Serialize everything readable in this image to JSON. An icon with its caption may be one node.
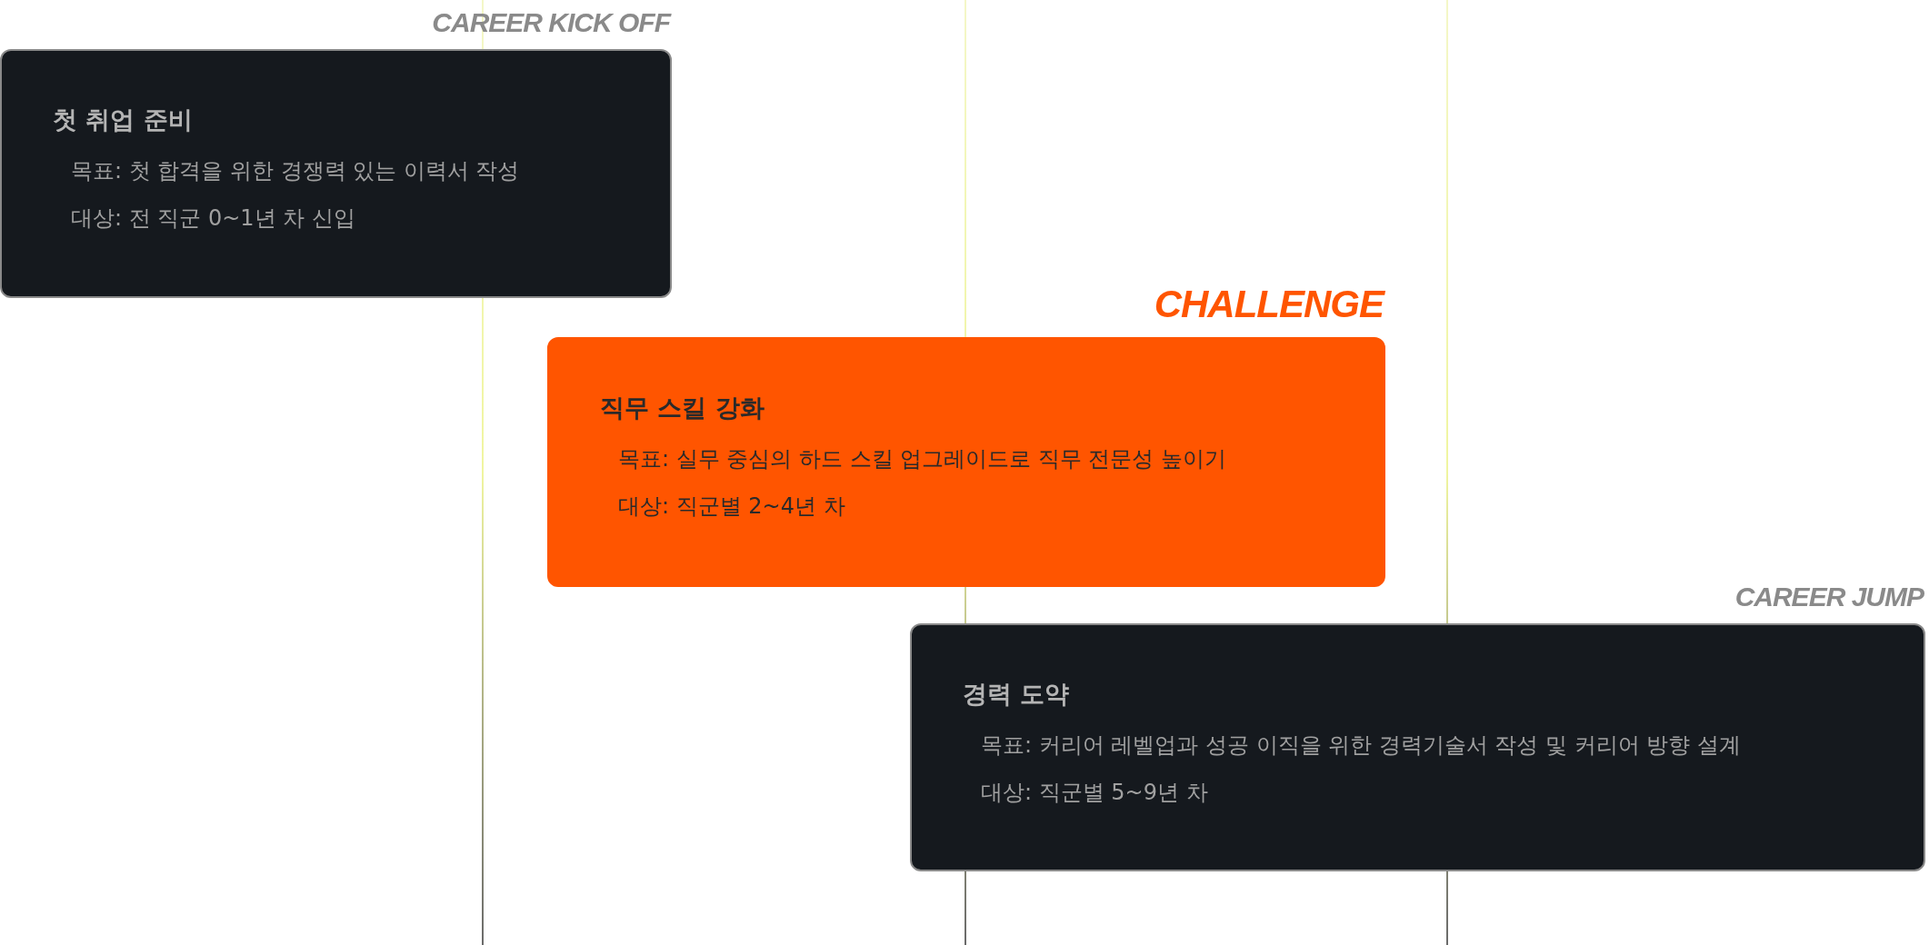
{
  "diagram": {
    "nodes": [
      {
        "text": [
          "CAREER KICK OFF",
          "첫 취업 준비",
          "목표: 첫 합격을 위한 경쟁력 있는 이력서 작성",
          "대상: 전 직군 0~1년 차 신입"
        ]
      },
      {
        "text": [
          "CHALLENGE",
          "직무 스킬 강화",
          "목표: 실무 중심의 하드 스킬 업그레이드로 직무 전문성 높이기",
          "대상: 직군별 2~4년 차"
        ]
      },
      {
        "text": [
          "CAREER JUMP",
          "경력 도약",
          "목표: 커리어 레벨업과 성공 이직을 위한 경력기술서 작성 및 커리어 방향 설계",
          "대상: 직군별 5~9년 차"
        ]
      }
    ],
    "edges": []
  }
}
